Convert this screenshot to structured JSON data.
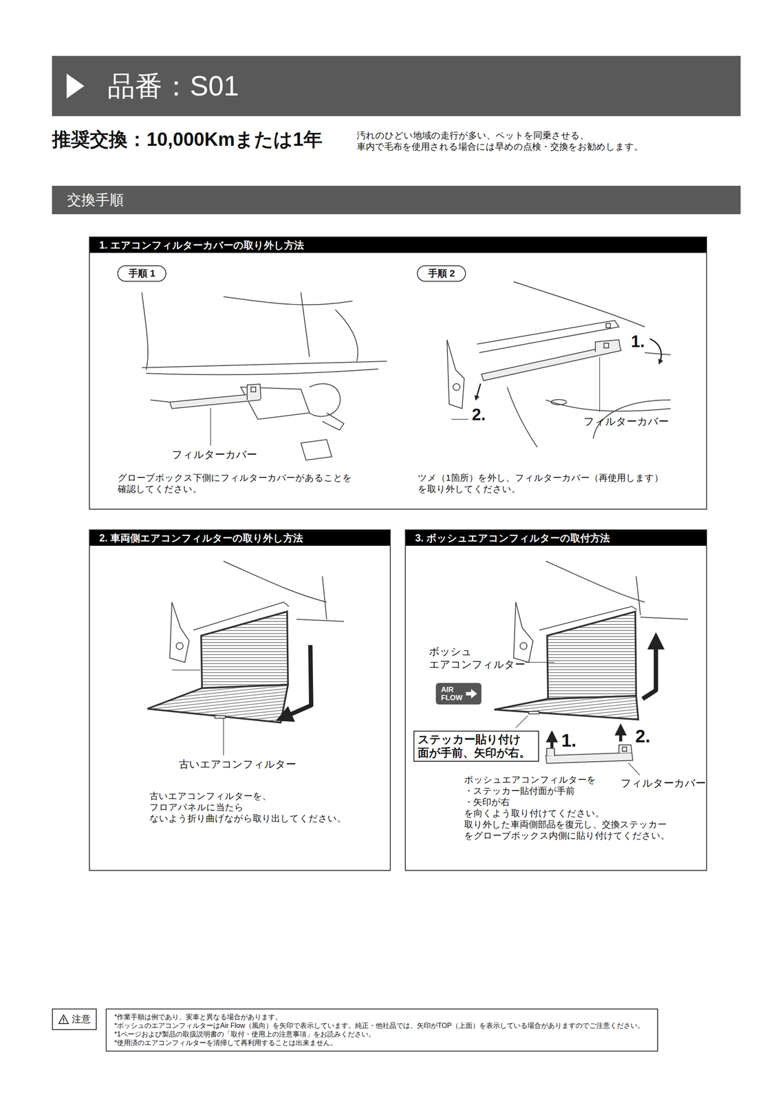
{
  "diagram": {
    "title": "品番：S01",
    "nodes": [
      {
        "text": [
          "交換手順"
        ]
      },
      {
        "text": [
          "1. エアコンフィルターカバーの取り外し方法"
        ]
      },
      {
        "text": [
          "手順 1"
        ],
        "in": 1
      },
      {
        "text": [
          "手順 2"
        ],
        "in": 1
      },
      {
        "text": [
          "2. 車両側エアコンフィルターの取り外し方法"
        ]
      },
      {
        "text": [
          "3. ボッシュエアコンフィルターの取付方法"
        ]
      },
      {
        "text": [
          "AIR FLOW"
        ],
        "in": 5
      },
      {
        "text": [
          "ステッカー貼り付け 面が手前、矢印が右。"
        ],
        "in": 5
      },
      {
        "text": [
          "注意"
        ]
      },
      {
        "text": [
          "*作業手順は例であり、実車と異なる場合があります。",
          "*ボッシュのエアコンフィルターはAir Flow（風向）を矢印で表示しています。純正・他社品では、矢印がTOP（上面）を表示している場合がありますのでご注意ください。",
          "*1ページおよび製品の取扱説明書の「取付・使用上の注意事項」をお読みください。",
          "*使用済のエアコンフィルターを清掃して再利用することは出来ません。"
        ]
      }
    ],
    "labels": [
      "推奨交換：10,000Kmまたは1年",
      "汚れのひどい地域の走行が多い、ペットを同乗させる、 車内で毛布を使用される場合には早めの点検・交換をお勧めします。",
      "フィルターカバー",
      "グローブボックス下側にフィルターカバーがあることを 確認してください。",
      "1.",
      "2.",
      "フィルターカバー",
      "ツメ（1箇所）を外し、フィルターカバー（再使用します） を取り外してください。",
      "古いエアコンフィルター",
      "古いエアコンフィルターを、フロアパネルに当たら ないよう折り曲げながら取り出してください。",
      "ボッシュ エアコンフィルター",
      "1.",
      "2.",
      "フィルターカバー",
      "ボッシュエアコンフィルターを",
      "・ステッカー貼付面が手前",
      "・矢印が右",
      "を向くよう取り付けてください。",
      "取り外した車両側部品を復元し、交換ステッカー をグローブボックス内側に貼り付けてください。"
    ]
  }
}
